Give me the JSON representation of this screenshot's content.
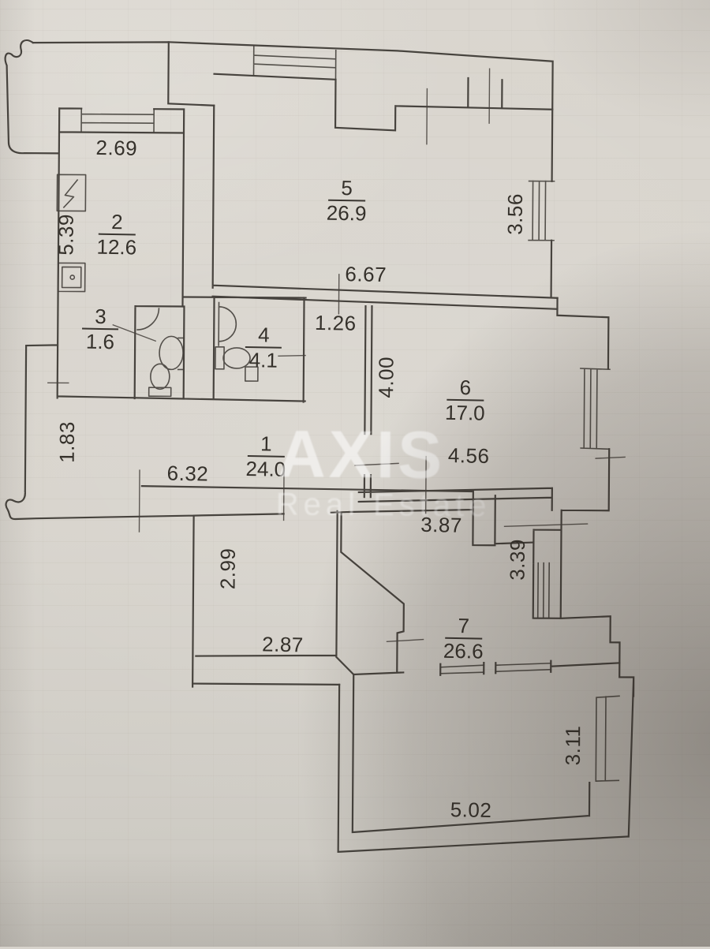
{
  "document": {
    "kind": "apartment-floor-plan-photo"
  },
  "watermark": {
    "brand": "AXIS",
    "tagline": "Real Estate"
  },
  "rooms": [
    {
      "num": "1",
      "area": "24.0"
    },
    {
      "num": "2",
      "area": "12.6"
    },
    {
      "num": "3",
      "area": "1.6"
    },
    {
      "num": "4",
      "area": "4.1"
    },
    {
      "num": "5",
      "area": "26.9"
    },
    {
      "num": "6",
      "area": "17.0"
    },
    {
      "num": "7",
      "area": "26.6"
    }
  ],
  "dimensions": {
    "d269": "2.69",
    "d539": "5.39",
    "d667": "6.67",
    "d356": "3.56",
    "d126": "1.26",
    "d400": "4.00",
    "d456": "4.56",
    "d183": "1.83",
    "d632": "6.32",
    "d387": "3.87",
    "d299": "2.99",
    "d339": "3.39",
    "d287": "2.87",
    "d311": "3.11",
    "d502": "5.02"
  },
  "colors": {
    "paper": "#d7d3cc",
    "ink": "#3b3732",
    "watermark": "rgba(255,255,255,0.55)"
  }
}
